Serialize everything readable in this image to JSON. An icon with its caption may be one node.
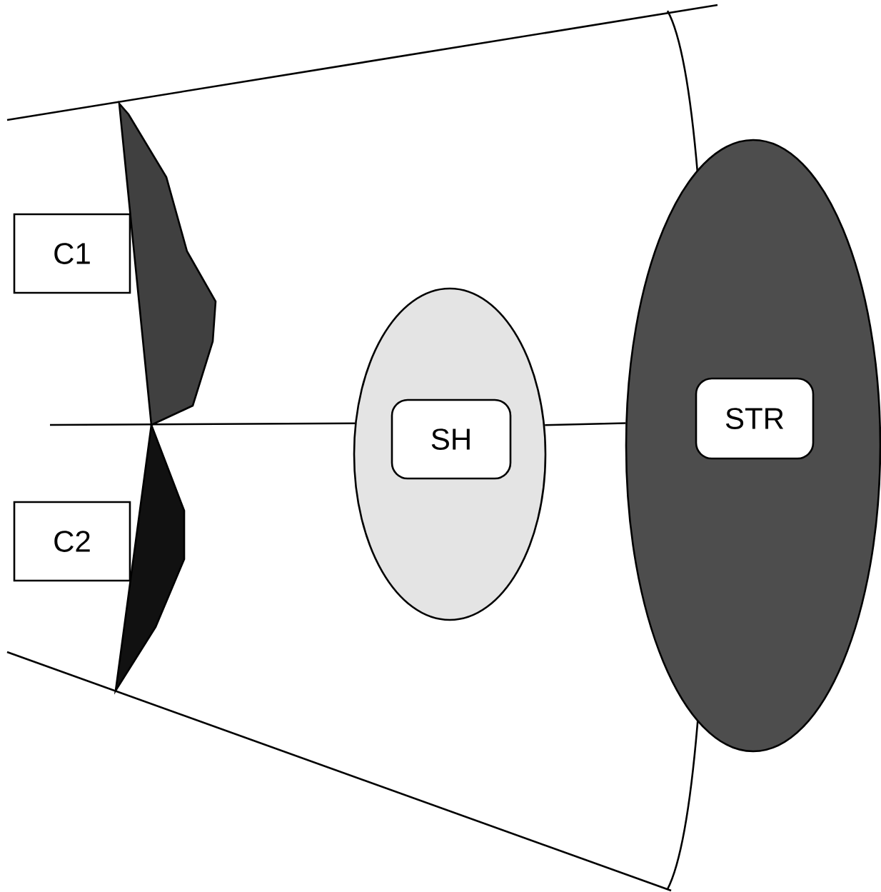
{
  "diagram": {
    "nodes": [
      {
        "text": [
          "C1"
        ]
      },
      {
        "text": [
          "C2"
        ]
      },
      {
        "text": [],
        "shape": "ellipse"
      },
      {
        "text": [
          "SH"
        ],
        "in": 2
      },
      {
        "text": [],
        "shape": "ellipse"
      },
      {
        "text": [
          "STR"
        ],
        "in": 4
      }
    ],
    "edges": [
      {
        "from": null,
        "to": 2,
        "arrow": "none"
      },
      {
        "from": 2,
        "to": 4,
        "arrow": "none"
      }
    ]
  }
}
